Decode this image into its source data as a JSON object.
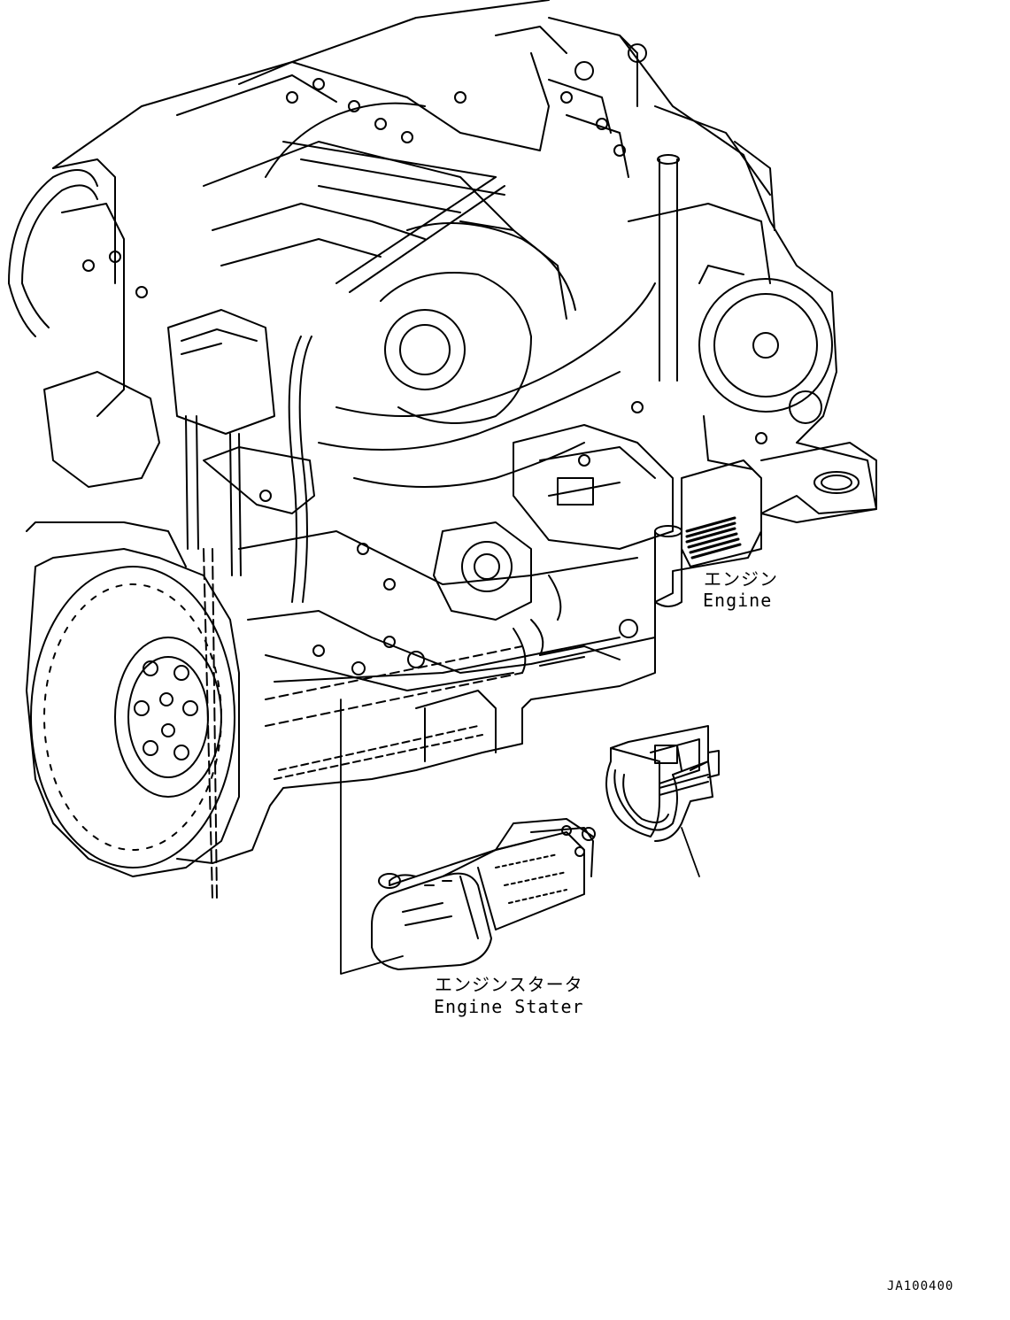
{
  "labels": {
    "engine_jp": "エンジン",
    "engine_en": "Engine",
    "starter_jp": "エンジンスタータ",
    "starter_en": "Engine Stater",
    "drawing_number": "JA100400"
  },
  "colors": {
    "line": "#000000",
    "background": "#ffffff"
  }
}
